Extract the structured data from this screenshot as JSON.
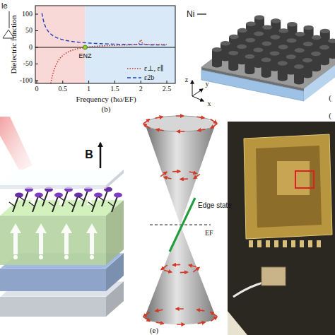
{
  "diagram": {
    "labels": [
      "le",
      "100",
      "50",
      "0",
      "-50",
      "-100",
      "Dielectric function",
      "0",
      "0.5",
      "1",
      "1.5",
      "2",
      "2.5",
      "Frequency (ħω/EF)",
      "ENZ",
      "(b)",
      "Ni",
      "z",
      "y",
      "x",
      "(",
      "B",
      "Edge state",
      "EF",
      "(e)",
      "("
    ],
    "legend": [
      {
        "text": "ε⊥, ε∥"
      },
      {
        "text": "ε2b"
      }
    ]
  }
}
